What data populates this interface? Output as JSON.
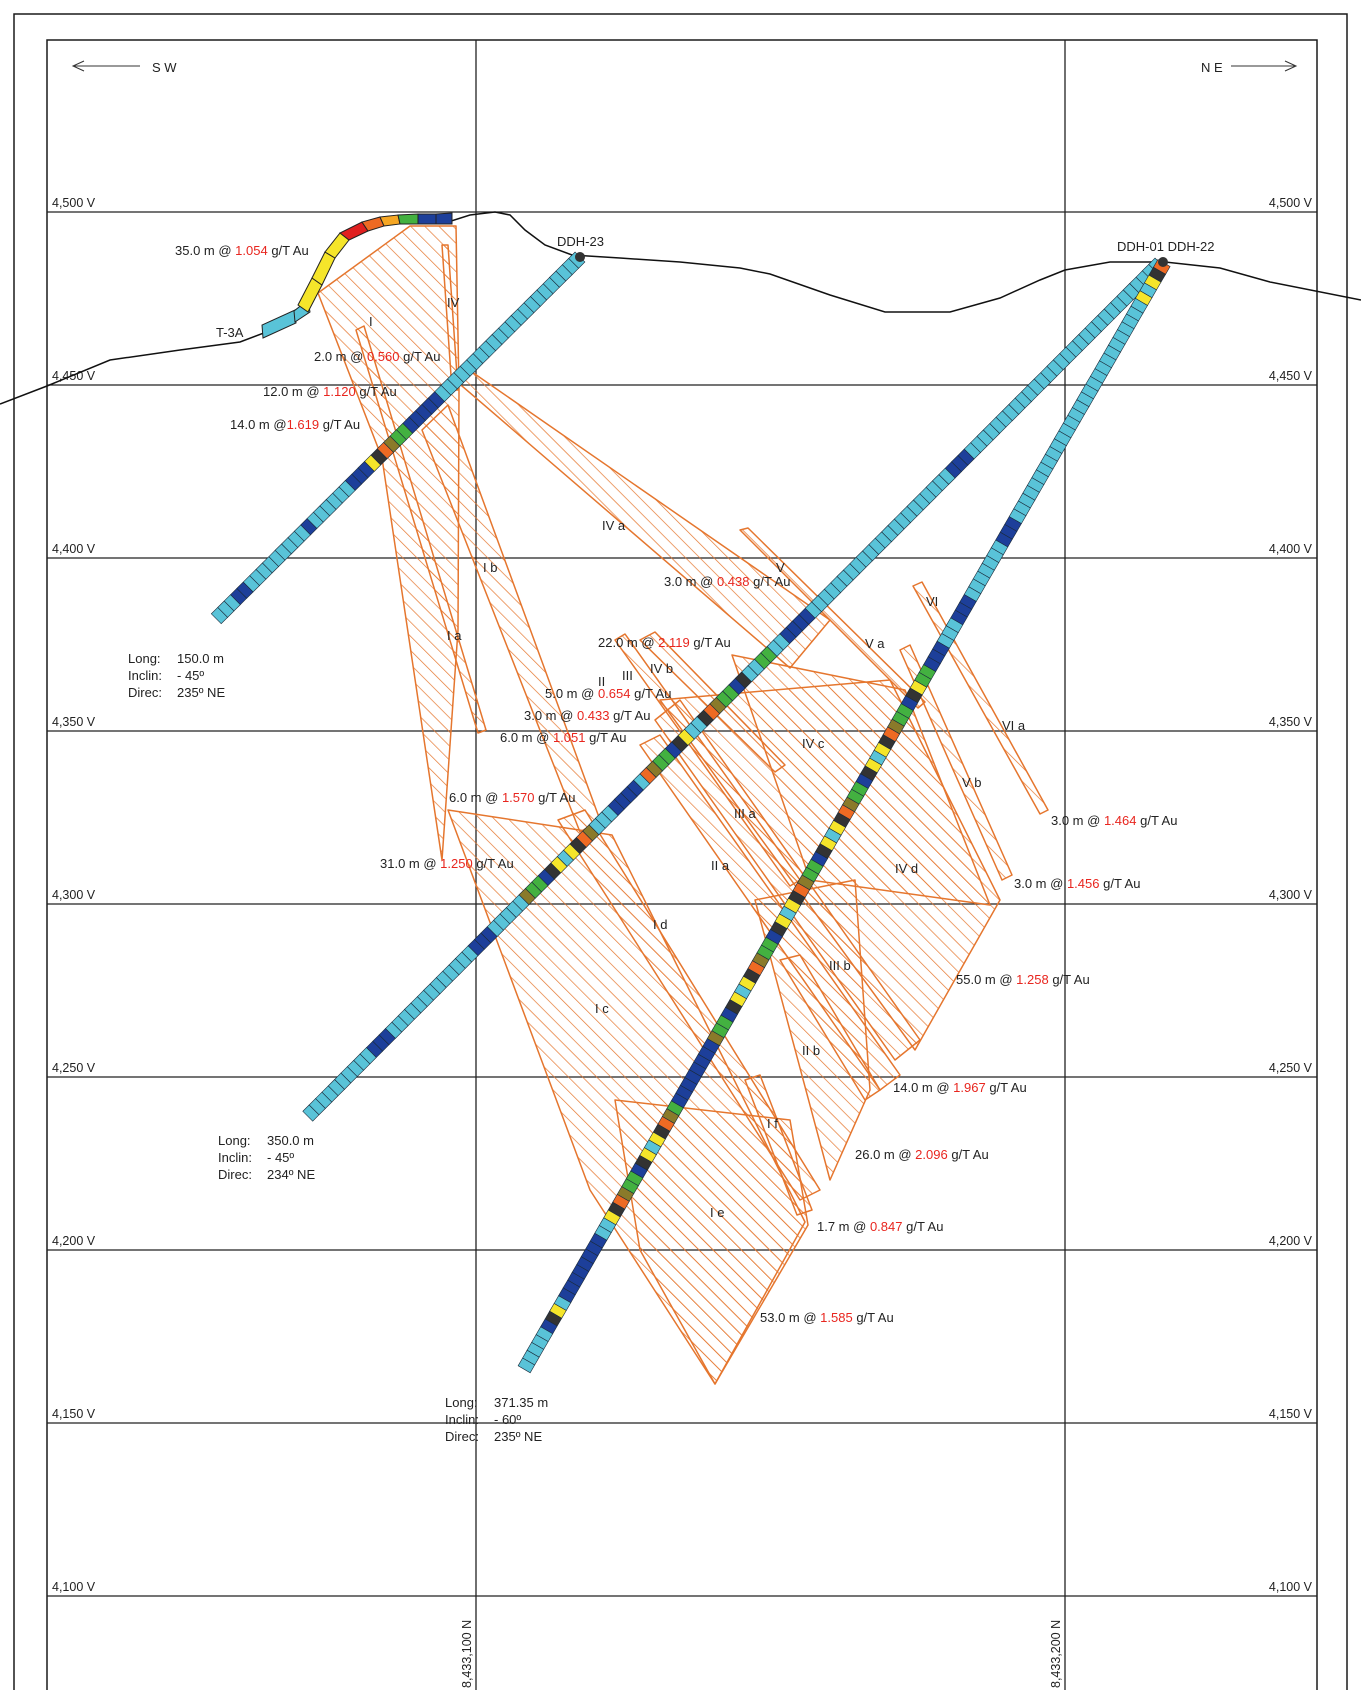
{
  "direction": {
    "left": "S W",
    "right": "N E"
  },
  "elevations": [
    "4,500 V",
    "4,450 V",
    "4,400 V",
    "4,350 V",
    "4,300 V",
    "4,250 V",
    "4,200 V",
    "4,150 V",
    "4,100 V"
  ],
  "northings": [
    "8,433,100 N",
    "8,433,200 N"
  ],
  "holes": {
    "ddh23": "DDH-23",
    "ddh01_22": "DDH-01 DDH-22",
    "trench": "T-3A"
  },
  "hole_info": [
    {
      "long_label": "Long:",
      "long_val": "150.0 m",
      "inclin_label": "Inclin:",
      "inclin_val": "- 45º",
      "direc_label": "Direc:",
      "direc_val": "235º NE"
    },
    {
      "long_label": "Long:",
      "long_val": "350.0 m",
      "inclin_label": "Inclin:",
      "inclin_val": "- 45º",
      "direc_label": "Direc:",
      "direc_val": "234º NE"
    },
    {
      "long_label": "Long:",
      "long_val": "371.35 m",
      "inclin_label": "Inclin:",
      "inclin_val": "- 60º",
      "direc_label": "Direc:",
      "direc_val": "235º NE"
    }
  ],
  "intercepts": [
    {
      "pre": "35.0 m @ ",
      "grade": "1.054",
      "post": " g/T Au"
    },
    {
      "pre": "2.0 m @ ",
      "grade": "0.560",
      "post": " g/T Au"
    },
    {
      "pre": "12.0 m @ ",
      "grade": "1.120",
      "post": " g/T Au"
    },
    {
      "pre": "14.0 m @",
      "grade": "1.619",
      "post": " g/T Au"
    },
    {
      "pre": "3.0 m @ ",
      "grade": "0.438",
      "post": " g/T Au"
    },
    {
      "pre": "22.0 m @ ",
      "grade": "2.119",
      "post": " g/T Au"
    },
    {
      "pre": "5.0 m @ ",
      "grade": "0.654",
      "post": " g/T Au"
    },
    {
      "pre": "3.0 m @ ",
      "grade": "0.433",
      "post": " g/T Au"
    },
    {
      "pre": "6.0 m @ ",
      "grade": "1.051",
      "post": " g/T Au"
    },
    {
      "pre": "6.0 m @ ",
      "grade": "1.570",
      "post": " g/T Au"
    },
    {
      "pre": "31.0 m @ ",
      "grade": "1.250",
      "post": " g/T Au"
    },
    {
      "pre": "3.0 m @ ",
      "grade": "1.464",
      "post": " g/T Au"
    },
    {
      "pre": "3.0 m @ ",
      "grade": "1.456",
      "post": " g/T Au"
    },
    {
      "pre": "55.0 m @ ",
      "grade": "1.258",
      "post": " g/T Au"
    },
    {
      "pre": "14.0 m @ ",
      "grade": "1.967",
      "post": " g/T Au"
    },
    {
      "pre": "26.0 m @ ",
      "grade": "2.096",
      "post": " g/T Au"
    },
    {
      "pre": "1.7 m @ ",
      "grade": "0.847",
      "post": " g/T Au"
    },
    {
      "pre": "53.0 m @ ",
      "grade": "1.585",
      "post": " g/T Au"
    }
  ],
  "zones": [
    "I",
    "IV",
    "IV a",
    "I b",
    "I a",
    "V",
    "V a",
    "VI",
    "VI a",
    "II",
    "III",
    "IV b",
    "IV c",
    "V b",
    "III a",
    "II a",
    "IV d",
    "I d",
    "III b",
    "I c",
    "II b",
    "I f",
    "I e"
  ],
  "colors": {
    "frame": "#1a1a1a",
    "grid": "#222222",
    "topography": "#111111",
    "zone_hatch": "#e5762e",
    "hole_base": "#59c3d8",
    "hole_dark": "#1d3f9a",
    "grade_red": "#e8261f",
    "trench_colors": [
      "#59c3d8",
      "#59c3d8",
      "#f5e52a",
      "#f5e52a",
      "#f5e52a",
      "#e02020",
      "#ee6a23",
      "#f5a623",
      "#43b140",
      "#1d3f9a",
      "#1d3f9a"
    ]
  }
}
